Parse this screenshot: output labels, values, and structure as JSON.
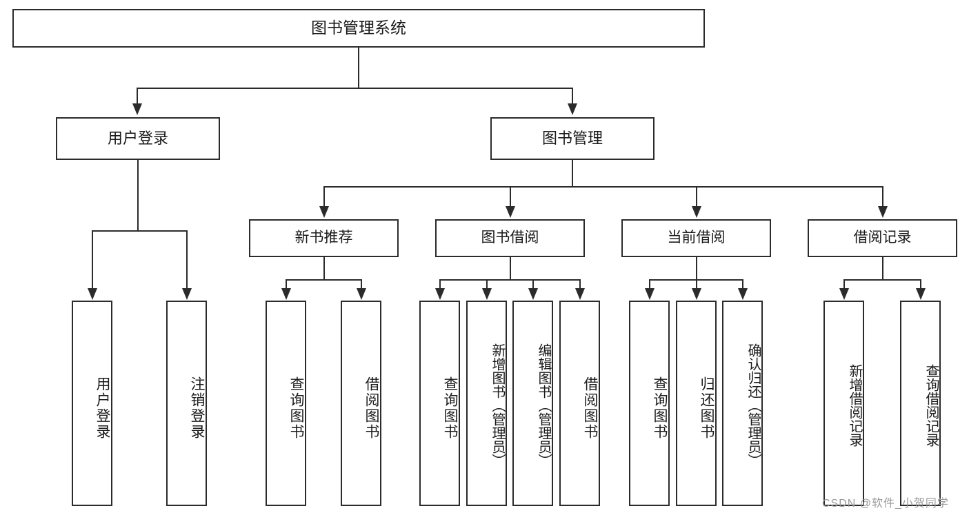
{
  "diagram": {
    "title": "图书管理系统",
    "watermark": "CSDN @软件_小贺同学",
    "colors": {
      "line": "#2b2b2b",
      "box_fill": "#ffffff",
      "text": "#1a1a1a",
      "watermark": "#9a9a9a"
    }
  },
  "nodes": {
    "root": {
      "label": "图书管理系统"
    },
    "level2": [
      {
        "label": "用户登录"
      },
      {
        "label": "图书管理"
      }
    ],
    "level3": [
      {
        "label": "新书推荐"
      },
      {
        "label": "图书借阅"
      },
      {
        "label": "当前借阅"
      },
      {
        "label": "借阅记录"
      }
    ],
    "leaves": {
      "user_login": [
        {
          "label": "用户登录"
        },
        {
          "label": "注销登录"
        }
      ],
      "new_book": [
        {
          "label": "查询图书"
        },
        {
          "label": "借阅图书"
        }
      ],
      "borrow_book": [
        {
          "label": "查询图书"
        },
        {
          "label": "新增图书（管理员）"
        },
        {
          "label": "编辑图书（管理员）"
        },
        {
          "label": "借阅图书"
        }
      ],
      "current_borrow": [
        {
          "label": "查询图书"
        },
        {
          "label": "归还图书"
        },
        {
          "label": "确认归还（管理员）"
        }
      ],
      "borrow_record": [
        {
          "label": "新增借阅记录"
        },
        {
          "label": "查询借阅记录"
        }
      ]
    }
  }
}
